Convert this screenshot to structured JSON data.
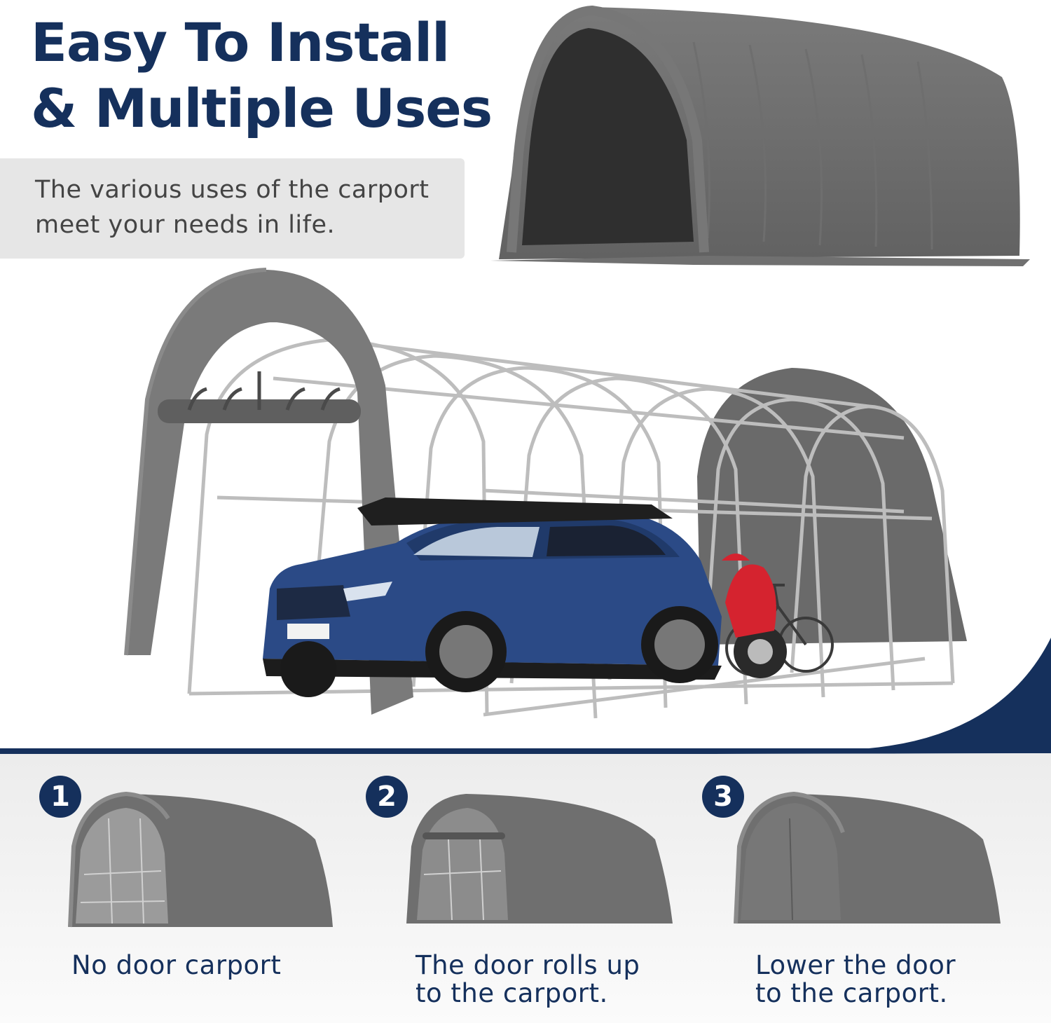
{
  "headline": {
    "line1": "Easy To Install",
    "line2": "& Multiple Uses"
  },
  "subtitle": {
    "line1": "The various uses of the carport",
    "line2": "meet your needs in life."
  },
  "colors": {
    "navy": "#15305c",
    "canvas_gray": "#6b6b6b",
    "car_blue": "#2b4a86",
    "moto_red": "#d5232f"
  },
  "options": [
    {
      "number": "1",
      "line1": "No door carport",
      "line2": ""
    },
    {
      "number": "2",
      "line1": "The door rolls up",
      "line2": "to the carport."
    },
    {
      "number": "3",
      "line1": "Lower the door",
      "line2": "to the carport."
    }
  ]
}
